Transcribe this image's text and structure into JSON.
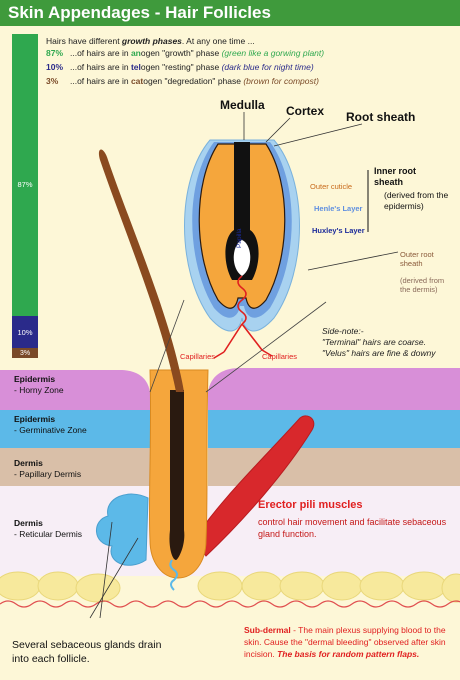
{
  "title": "Skin Appendages - Hair Follicles",
  "intro": {
    "prefix": "Hairs have different ",
    "bold": "growth phases",
    "suffix": ". At any one time ..."
  },
  "phases": [
    {
      "percent": "87%",
      "pre": "...of hairs are in ",
      "stem": "an",
      "rest": "ogen \"growth\" phase ",
      "note": "(green like a gorwing plant)",
      "color": "#2fa84f",
      "value": 87
    },
    {
      "percent": "10%",
      "pre": "...of hairs are in ",
      "stem": "tel",
      "rest": "ogen \"resting\" phase ",
      "note": "(dark blue for night time)",
      "color": "#2a2a8a",
      "value": 10
    },
    {
      "percent": "3%",
      "pre": "...of hairs are in ",
      "stem": "cat",
      "rest": "ogen \"degredation\" phase ",
      "note": "(brown for compost)",
      "color": "#7a4a28",
      "value": 3
    }
  ],
  "bar_labels": {
    "anagen": "87%",
    "telogen": "10%",
    "catagen": "3%"
  },
  "labels": {
    "medulla": "Medulla",
    "cortex": "Cortex",
    "root_sheath": "Root sheath",
    "outer_cuticle": "Outer cuticle",
    "henles_layer": "Henle's Layer",
    "huxleys_layer": "Huxley's Layer",
    "inner_root_sheath": "Inner root sheath",
    "inner_root_sheath_note": "(derived from the epidermis)",
    "outer_root_sheath": "Outer root sheath",
    "outer_root_sheath_note": "(derived from the dermis)",
    "papilla": "Papilla",
    "capillaries_left": "Capillaries",
    "capillaries_right": "Capillaries"
  },
  "sidenote": [
    "Side-note:-",
    "\"Terminal\" hairs are coarse.",
    "\"Velus\" hairs are fine & downy"
  ],
  "layers": [
    {
      "name": "Epidermis",
      "sub": "- Horny Zone"
    },
    {
      "name": "Epidermis",
      "sub": "- Germinative Zone"
    },
    {
      "name": "Dermis",
      "sub": "- Papillary Dermis"
    },
    {
      "name": "Dermis",
      "sub": "- Reticular Dermis"
    }
  ],
  "erector": {
    "title": "Erector pili muscles",
    "desc": "control hair movement and facilitate sebaceous gland function."
  },
  "subdermal": {
    "name": "Sub-dermal",
    "desc": " - The main plexus supplying blood to the skin. Cause the \"dermal bleeding\" observed after skin incision. ",
    "emph": "The basis for random pattern flaps."
  },
  "glands": "Several sebaceous glands drain into each follicle.",
  "colors": {
    "title_bar": "#3f9a3c",
    "horny": "#d88fd8",
    "germinative": "#5cb9e8",
    "papillary": "#d9bfa8",
    "reticular": "#f7eef6",
    "follicle": "#f5a63c",
    "erector": "#d8282c",
    "hair": "#8a4a1f"
  }
}
